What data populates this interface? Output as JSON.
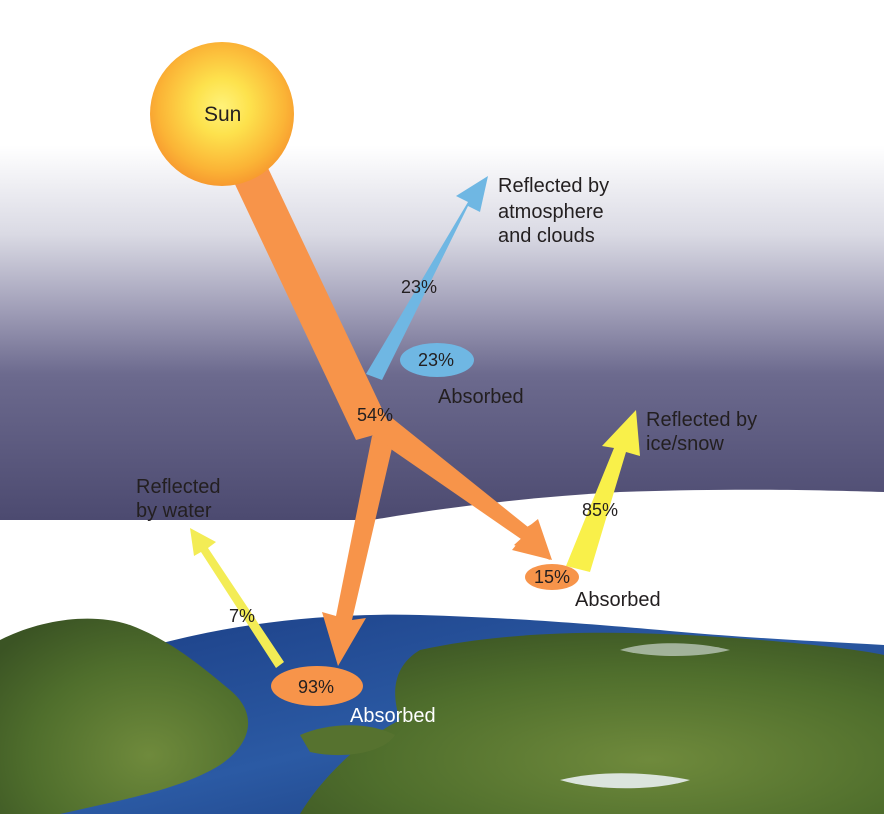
{
  "sun": {
    "label": "Sun"
  },
  "atmosphere": {
    "reflected_label_line1": "Reflected by",
    "reflected_label_line2": "atmosphere",
    "reflected_label_line3": "and clouds",
    "reflected_pct": "23%",
    "absorbed_pct": "23%",
    "absorbed_label": "Absorbed"
  },
  "incoming": {
    "surface_pct": "54%"
  },
  "ice": {
    "reflected_label_line1": "Reflected by",
    "reflected_label_line2": "ice/snow",
    "reflected_pct": "85%",
    "absorbed_pct": "15%",
    "absorbed_label": "Absorbed"
  },
  "water": {
    "reflected_label_line1": "Reflected",
    "reflected_label_line2": "by water",
    "reflected_pct": "7%",
    "absorbed_pct": "93%",
    "absorbed_label": "Absorbed"
  },
  "colors": {
    "incoming_arrow": "#f7944a",
    "atmosphere_arrow": "#6fb7e3",
    "ice_arrow": "#f9f04a",
    "water_arrow": "#f3ec55",
    "sun_outer": "#f79a2f",
    "sun_inner": "#fde24d",
    "sky_top": "#ffffff",
    "sky_bottom": "#6c6a8e"
  }
}
